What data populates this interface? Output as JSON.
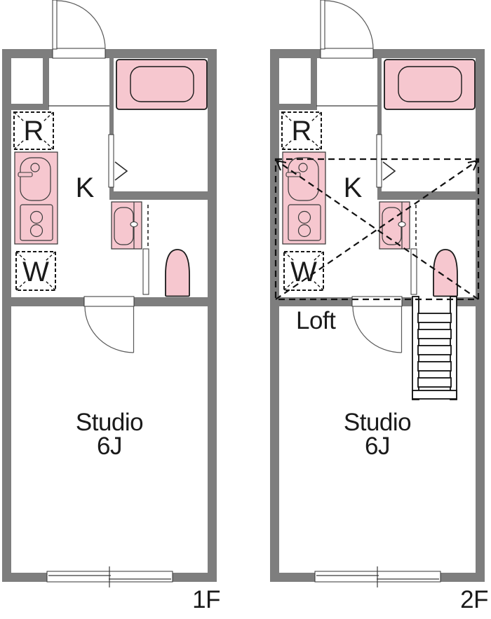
{
  "colors": {
    "wall": "#7e7e7e",
    "fixture": "#f6c7cf",
    "line": "#1a1a1a"
  },
  "floors": [
    {
      "floor_label": "1F",
      "kitchen_label": "K",
      "refrigerator_label": "R",
      "washer_label": "W",
      "room_label": "Studio",
      "room_size_label": "6J"
    },
    {
      "floor_label": "2F",
      "kitchen_label": "K",
      "refrigerator_label": "R",
      "washer_label": "W",
      "room_label": "Studio",
      "room_size_label": "6J",
      "loft_label": "Loft"
    }
  ]
}
